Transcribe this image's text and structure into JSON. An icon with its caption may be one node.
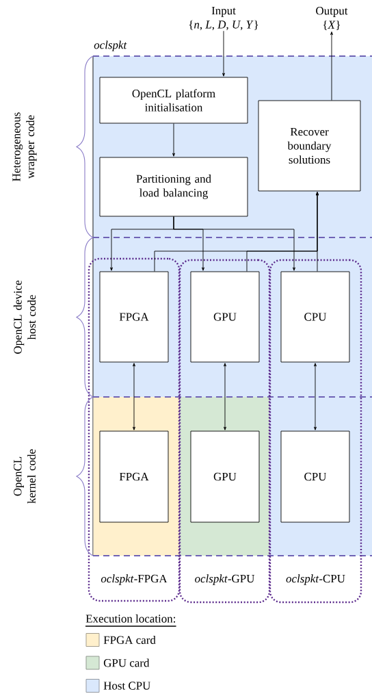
{
  "diagram": {
    "nodes": [
      {
        "text": [
          "Input",
          "{*n*, *L*, *D*, *U*, *Y*}"
        ]
      },
      {
        "text": [
          "Output",
          "{*X*}"
        ]
      },
      {
        "text": [
          "oclspkt"
        ]
      },
      {
        "text": [
          "OpenCL platform initialisation"
        ],
        "in": 2
      },
      {
        "text": [
          "Partitioning and load balancing"
        ],
        "in": 2
      },
      {
        "text": [
          "Recover boundary solutions"
        ],
        "in": 2
      },
      {
        "text": [
          "*oclspkt*-FPGA"
        ]
      },
      {
        "text": [
          "FPGA"
        ],
        "in": 6
      },
      {
        "text": [
          "FPGA"
        ],
        "in": 6
      },
      {
        "text": [
          "*oclspkt*-GPU"
        ]
      },
      {
        "text": [
          "GPU"
        ],
        "in": 9
      },
      {
        "text": [
          "GPU"
        ],
        "in": 9
      },
      {
        "text": [
          "*oclspkt*-CPU"
        ]
      },
      {
        "text": [
          "CPU"
        ],
        "in": 12
      },
      {
        "text": [
          "CPU"
        ],
        "in": 12
      }
    ],
    "edges": [
      {
        "from": 0,
        "to": 3,
        "arrow": "to"
      },
      {
        "from": 3,
        "to": 4,
        "arrow": "to"
      },
      {
        "from": 4,
        "to": 7,
        "arrow": "to"
      },
      {
        "from": 4,
        "to": 10,
        "arrow": "to"
      },
      {
        "from": 4,
        "to": 13,
        "arrow": "to"
      },
      {
        "from": 7,
        "to": 5,
        "arrow": "to"
      },
      {
        "from": 10,
        "to": 5,
        "arrow": "to"
      },
      {
        "from": 13,
        "to": 5,
        "arrow": "to"
      },
      {
        "from": 5,
        "to": 1,
        "arrow": "to"
      },
      {
        "from": 7,
        "to": 8,
        "arrow": "both"
      },
      {
        "from": 10,
        "to": 11,
        "arrow": "both"
      },
      {
        "from": 13,
        "to": 14,
        "arrow": "both"
      }
    ],
    "labels": [
      "Heterogeneous wrapper code",
      "OpenCL device host code",
      "OpenCL kernel code",
      "Execution location:"
    ],
    "legend": [
      {
        "text": "FPGA card",
        "color": "#fff0cc"
      },
      {
        "text": "GPU card",
        "color": "#d5e8d4"
      },
      {
        "text": "Host CPU",
        "color": "#dae8fc"
      }
    ]
  }
}
